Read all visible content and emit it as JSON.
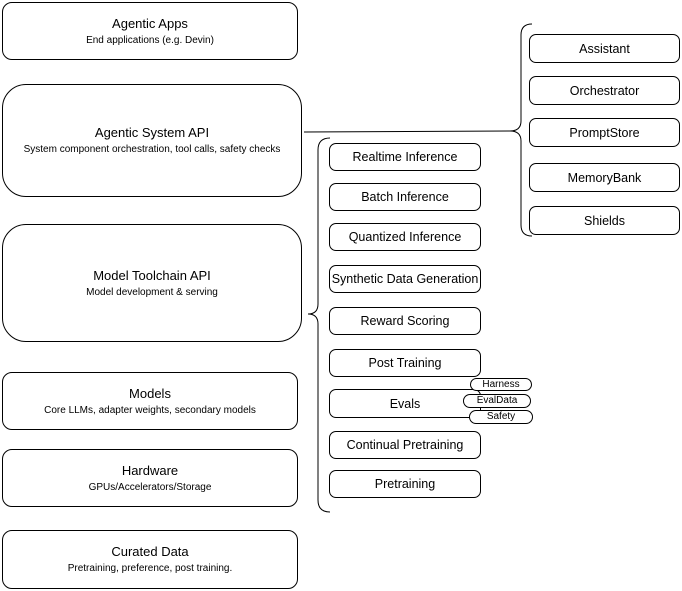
{
  "diagram": {
    "stack": [
      {
        "title": "Agentic Apps",
        "subtitle": "End applications (e.g. Devin)"
      },
      {
        "title": "Agentic System API",
        "subtitle": "System component orchestration, tool calls, safety checks"
      },
      {
        "title": "Model Toolchain API",
        "subtitle": "Model development & serving"
      },
      {
        "title": "Models",
        "subtitle": "Core LLMs, adapter weights, secondary models"
      },
      {
        "title": "Hardware",
        "subtitle": "GPUs/Accelerators/Storage"
      },
      {
        "title": "Curated Data",
        "subtitle": "Pretraining, preference, post training."
      }
    ],
    "toolchain": {
      "items": [
        "Realtime Inference",
        "Batch Inference",
        "Quantized Inference",
        "Synthetic Data Generation",
        "Reward Scoring",
        "Post Training",
        "Evals",
        "Continual Pretraining",
        "Pretraining"
      ],
      "eval_tags": [
        "Harness",
        "EvalData",
        "Safety"
      ]
    },
    "system_components": [
      "Assistant",
      "Orchestrator",
      "PromptStore",
      "MemoryBank",
      "Shields"
    ],
    "colors": {
      "stroke": "#000000",
      "background": "#ffffff",
      "text": "#000000"
    }
  }
}
